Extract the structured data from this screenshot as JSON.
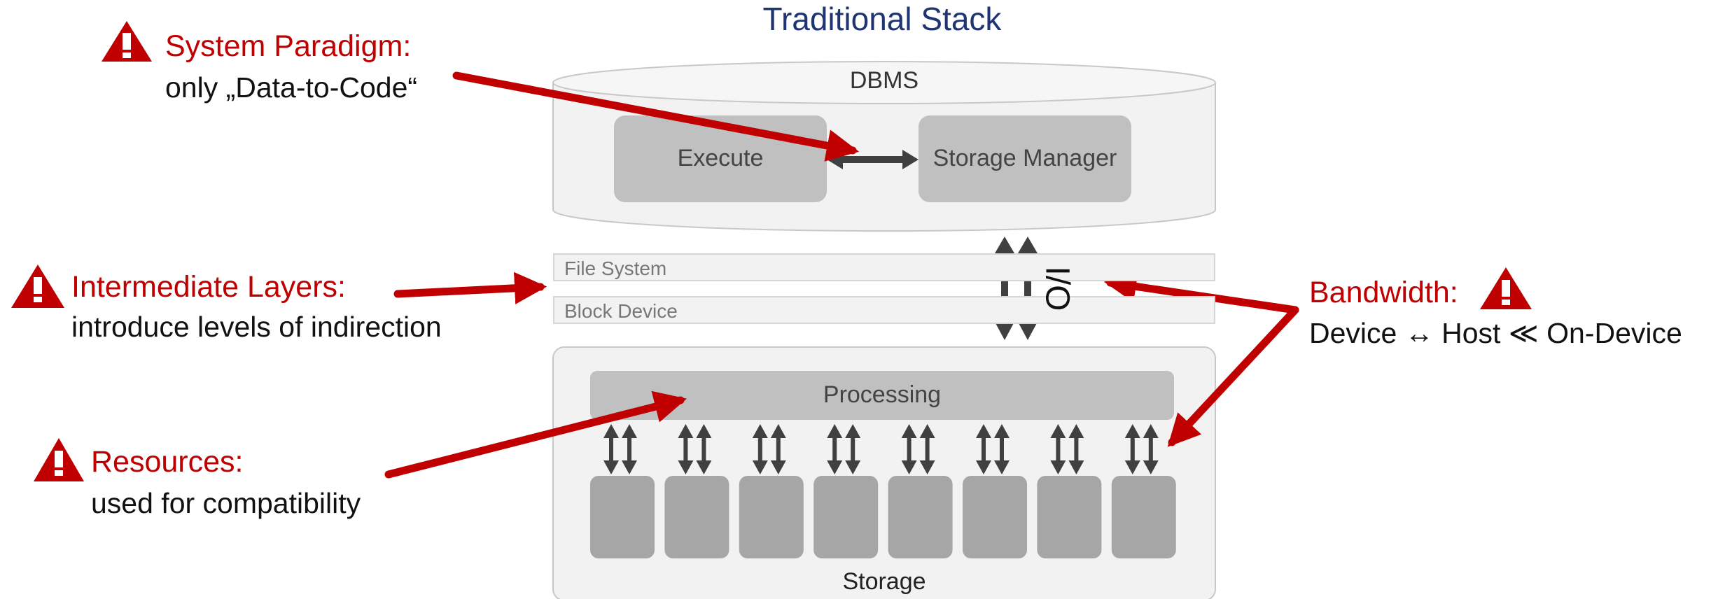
{
  "title": "Traditional Stack",
  "dbms": {
    "label": "DBMS",
    "execute": "Execute",
    "storage_manager": "Storage Manager"
  },
  "layers": {
    "file_system": "File System",
    "block_device": "Block Device",
    "io": "I/O"
  },
  "storage": {
    "processing": "Processing",
    "label": "Storage",
    "block_count": 8
  },
  "callouts": {
    "system_paradigm": {
      "heading": "System Paradigm:",
      "text": "only „Data-to-Code“"
    },
    "intermediate_layers": {
      "heading": "Intermediate Layers:",
      "text": "introduce levels of indirection"
    },
    "resources": {
      "heading": "Resources:",
      "text": "used for compatibility"
    },
    "bandwidth": {
      "heading": "Bandwidth:",
      "text": "Device ↔ Host ≪ On-Device"
    }
  },
  "colors": {
    "accent_red": "#c00000",
    "title_blue": "#1f3470",
    "box_gray": "#c0c0c0",
    "arrow_dark": "#404040"
  }
}
